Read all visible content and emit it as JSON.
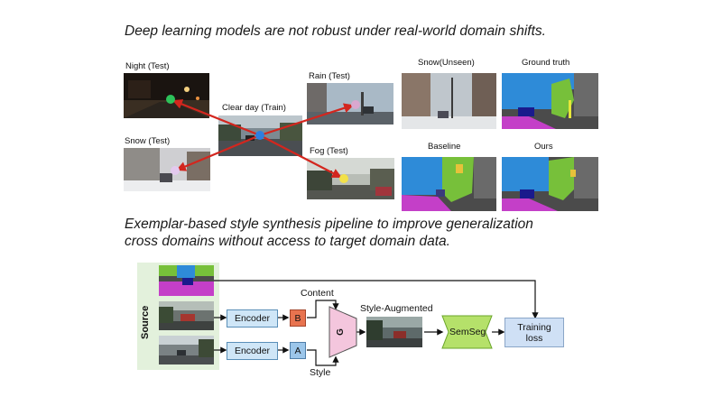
{
  "headline_top": "Deep learning models are not robust under real-world domain shifts.",
  "headline_bottom": [
    "Exemplar-based style synthesis pipeline to improve generalization",
    "cross domains without access to target domain data."
  ],
  "panel_labels": {
    "night": "Night (Test)",
    "clear": "Clear day (Train)",
    "rain": "Rain (Test)",
    "snow": "Snow (Test)",
    "fog": "Fog (Test)",
    "snow_unseen": "Snow(Unseen)",
    "ground_truth": "Ground truth",
    "baseline": "Baseline",
    "ours": "Ours"
  },
  "pipeline": {
    "source": "Source",
    "encoder_1": "Encoder",
    "encoder_2": "Encoder",
    "b": "B",
    "a": "A",
    "content": "Content",
    "style": "Style",
    "g": "G",
    "style_augmented": "Style-Augmented",
    "semseg": "SemSeg",
    "training_loss": [
      "Training",
      "loss"
    ]
  },
  "colors": {
    "arrow_red": "#d3261e",
    "encoder_fill": "#cfe6f7",
    "b_fill": "#e8734f",
    "a_fill": "#9cc6ea",
    "g_fill": "#f4c6dd",
    "semseg_fill": "#b5e16a",
    "loss_fill": "#cfe0f5",
    "source_bg": "#e3f1dc"
  }
}
